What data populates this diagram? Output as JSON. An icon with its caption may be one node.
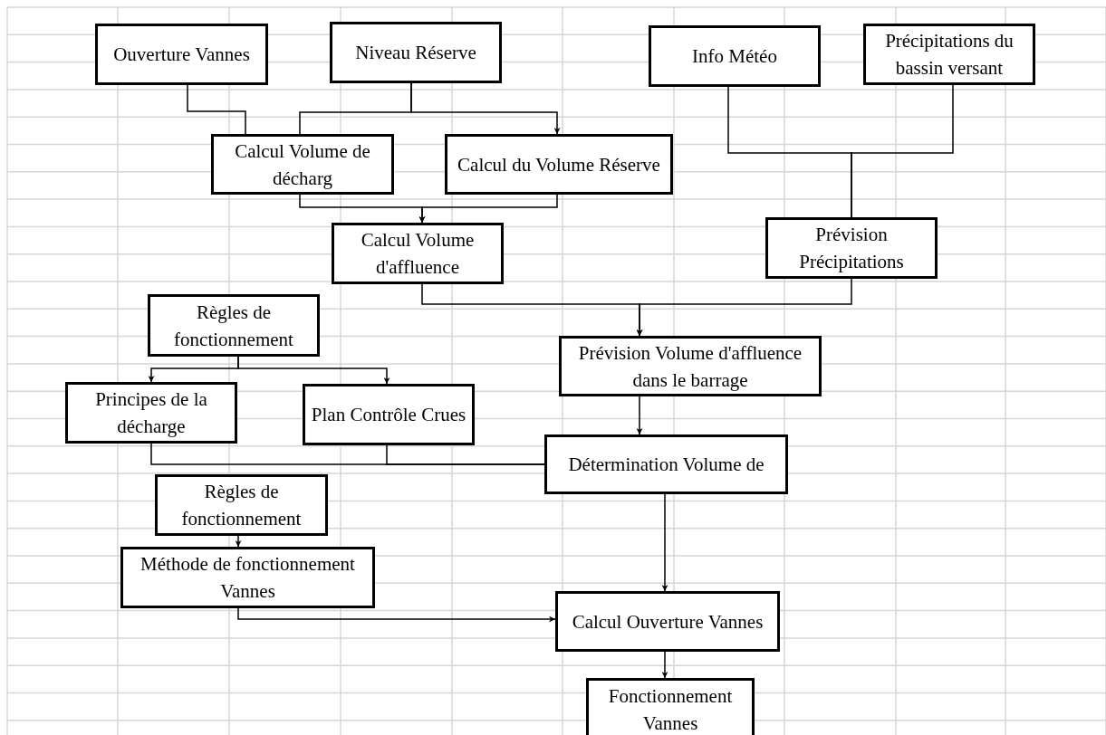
{
  "diagram": {
    "nodes": [
      {
        "text": [
          "Ouverture Vannes"
        ]
      },
      {
        "text": [
          "Niveau Réserve"
        ]
      },
      {
        "text": [
          "Info Météo"
        ]
      },
      {
        "text": [
          "Précipitations du bassin versant"
        ]
      },
      {
        "text": [
          "Calcul Volume de décharg"
        ]
      },
      {
        "text": [
          "Calcul du Volume Réserve"
        ]
      },
      {
        "text": [
          "Calcul Volume d'affluence"
        ]
      },
      {
        "text": [
          "Prévision Précipitations"
        ]
      },
      {
        "text": [
          "Règles de fonctionnement"
        ]
      },
      {
        "text": [
          "Prévision Volume d'affluence dans le barrage"
        ]
      },
      {
        "text": [
          "Principes de la décharge"
        ]
      },
      {
        "text": [
          "Plan Contrôle Crues"
        ]
      },
      {
        "text": [
          "Détermination Volume de"
        ]
      },
      {
        "text": [
          "Règles de fonctionnement"
        ]
      },
      {
        "text": [
          "Méthode de fonctionnement Vannes"
        ]
      },
      {
        "text": [
          "Calcul Ouverture Vannes"
        ]
      },
      {
        "text": [
          "Fonctionnement Vannes"
        ]
      }
    ],
    "edges": [
      {
        "from": 0,
        "to": 4,
        "arrow": "none"
      },
      {
        "from": 1,
        "to": 4,
        "arrow": "none"
      },
      {
        "from": 1,
        "to": 5,
        "arrow": "to"
      },
      {
        "from": 4,
        "to": 6,
        "arrow": "to"
      },
      {
        "from": 5,
        "to": 6,
        "arrow": "to"
      },
      {
        "from": 6,
        "to": 9,
        "arrow": "to"
      },
      {
        "from": 7,
        "to": 9,
        "arrow": "to"
      },
      {
        "from": 2,
        "to": 7,
        "arrow": "none"
      },
      {
        "from": 3,
        "to": 7,
        "arrow": "none"
      },
      {
        "from": 8,
        "to": 10,
        "arrow": "to"
      },
      {
        "from": 8,
        "to": 11,
        "arrow": "to"
      },
      {
        "from": 10,
        "to": 12,
        "arrow": "none"
      },
      {
        "from": 11,
        "to": 12,
        "arrow": "none"
      },
      {
        "from": 9,
        "to": 12,
        "arrow": "to"
      },
      {
        "from": 12,
        "to": 15,
        "arrow": "to"
      },
      {
        "from": 13,
        "to": 14,
        "arrow": "to"
      },
      {
        "from": 14,
        "to": 15,
        "arrow": "to"
      },
      {
        "from": 15,
        "to": 16,
        "arrow": "to"
      }
    ]
  }
}
